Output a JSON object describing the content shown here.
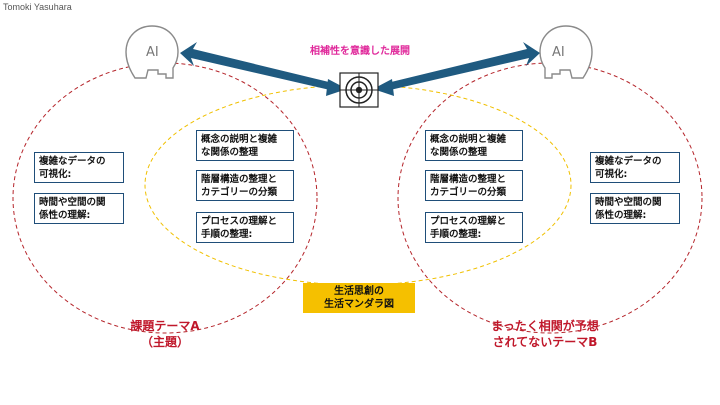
{
  "author": "Tomoki Yasuhara",
  "headline": "相補性を意識した展開",
  "ai_left": "AI",
  "ai_right": "AI",
  "center": {
    "line1": "生活思創の",
    "line2": "生活マンダラ図"
  },
  "theme_a": {
    "line1": "課題テーマA",
    "line2": "（主題）"
  },
  "theme_b": {
    "line1": "まったく相関が予想",
    "line2": "されてないテーマB"
  },
  "left_outer": [
    {
      "l1": "複雑なデータの",
      "l2": "可視化:"
    },
    {
      "l1": "時間や空間の関",
      "l2": "係性の理解:"
    }
  ],
  "left_inner": [
    {
      "l1": "概念の説明と複雑",
      "l2": "な関係の整理"
    },
    {
      "l1": "階層構造の整理と",
      "l2": "カテゴリーの分類"
    },
    {
      "l1": "プロセスの理解と",
      "l2": "手順の整理:"
    }
  ],
  "right_inner": [
    {
      "l1": "概念の説明と複雑",
      "l2": "な関係の整理"
    },
    {
      "l1": "階層構造の整理と",
      "l2": "カテゴリーの分類"
    },
    {
      "l1": "プロセスの理解と",
      "l2": "手順の整理:"
    }
  ],
  "right_outer": [
    {
      "l1": "複雑なデータの",
      "l2": "可視化:"
    },
    {
      "l1": "時間や空間の関",
      "l2": "係性の理解:"
    }
  ],
  "colors": {
    "headline": "#e0299b",
    "arrow": "#1f5a80",
    "circle_red": "#b5252b",
    "circle_yellow": "#f0c000",
    "center_fill": "#f5c000",
    "theme": "#c0182b"
  }
}
